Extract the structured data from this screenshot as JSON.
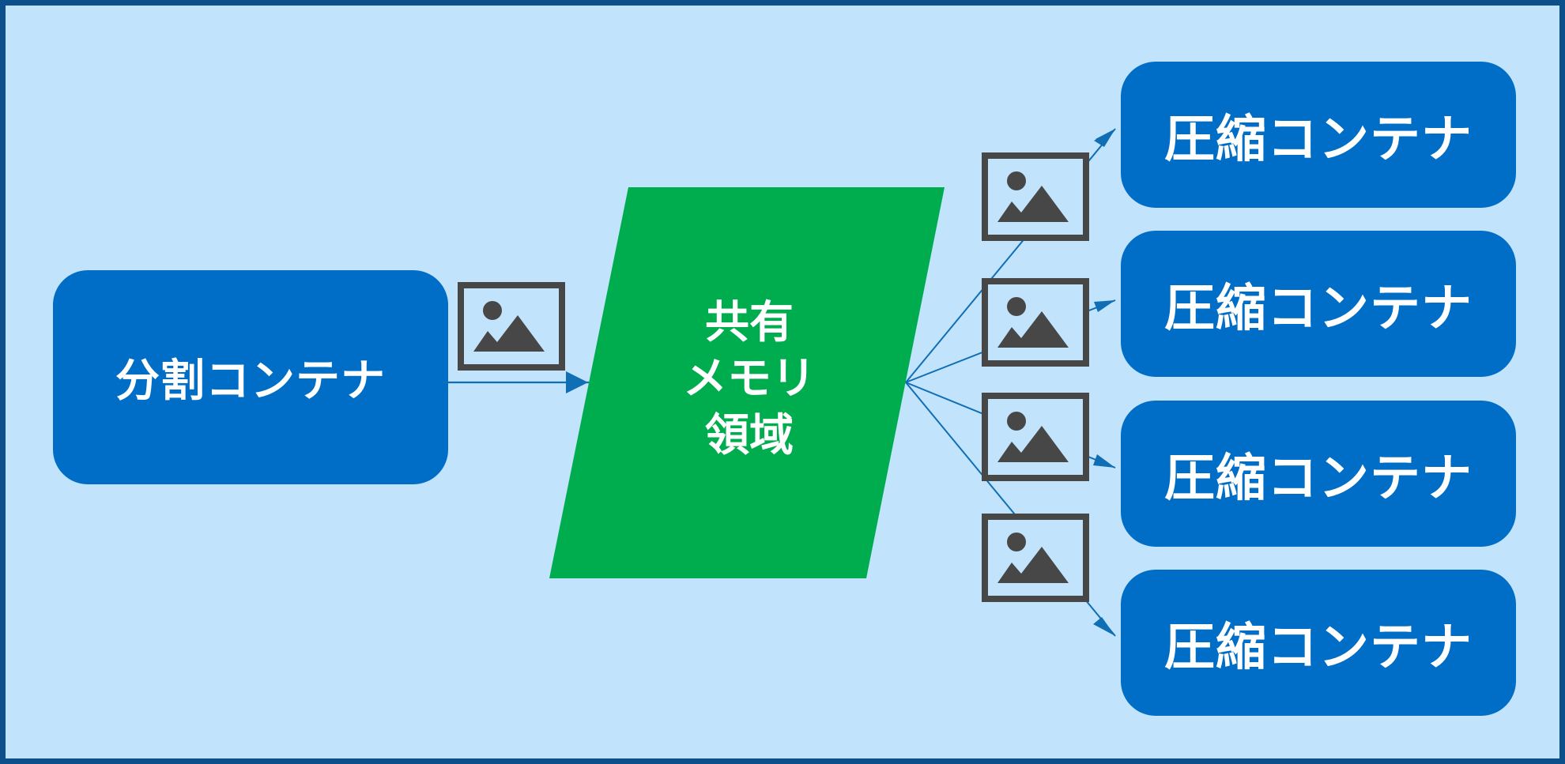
{
  "split_container": {
    "label": "分割コンテナ"
  },
  "shared_memory": {
    "label": "共有\nメモリ\n領域"
  },
  "compression_containers": [
    {
      "label": "圧縮コンテナ"
    },
    {
      "label": "圧縮コンテナ"
    },
    {
      "label": "圧縮コンテナ"
    },
    {
      "label": "圧縮コンテナ"
    }
  ],
  "icons": {
    "data_image": "image-icon"
  },
  "colors": {
    "background": "#c2e3fc",
    "frame": "#0d4f8b",
    "container": "#006ec6",
    "shared_memory": "#00ad4e",
    "arrow": "#0f6eb4",
    "icon": "#474747",
    "text": "#ffffff"
  }
}
